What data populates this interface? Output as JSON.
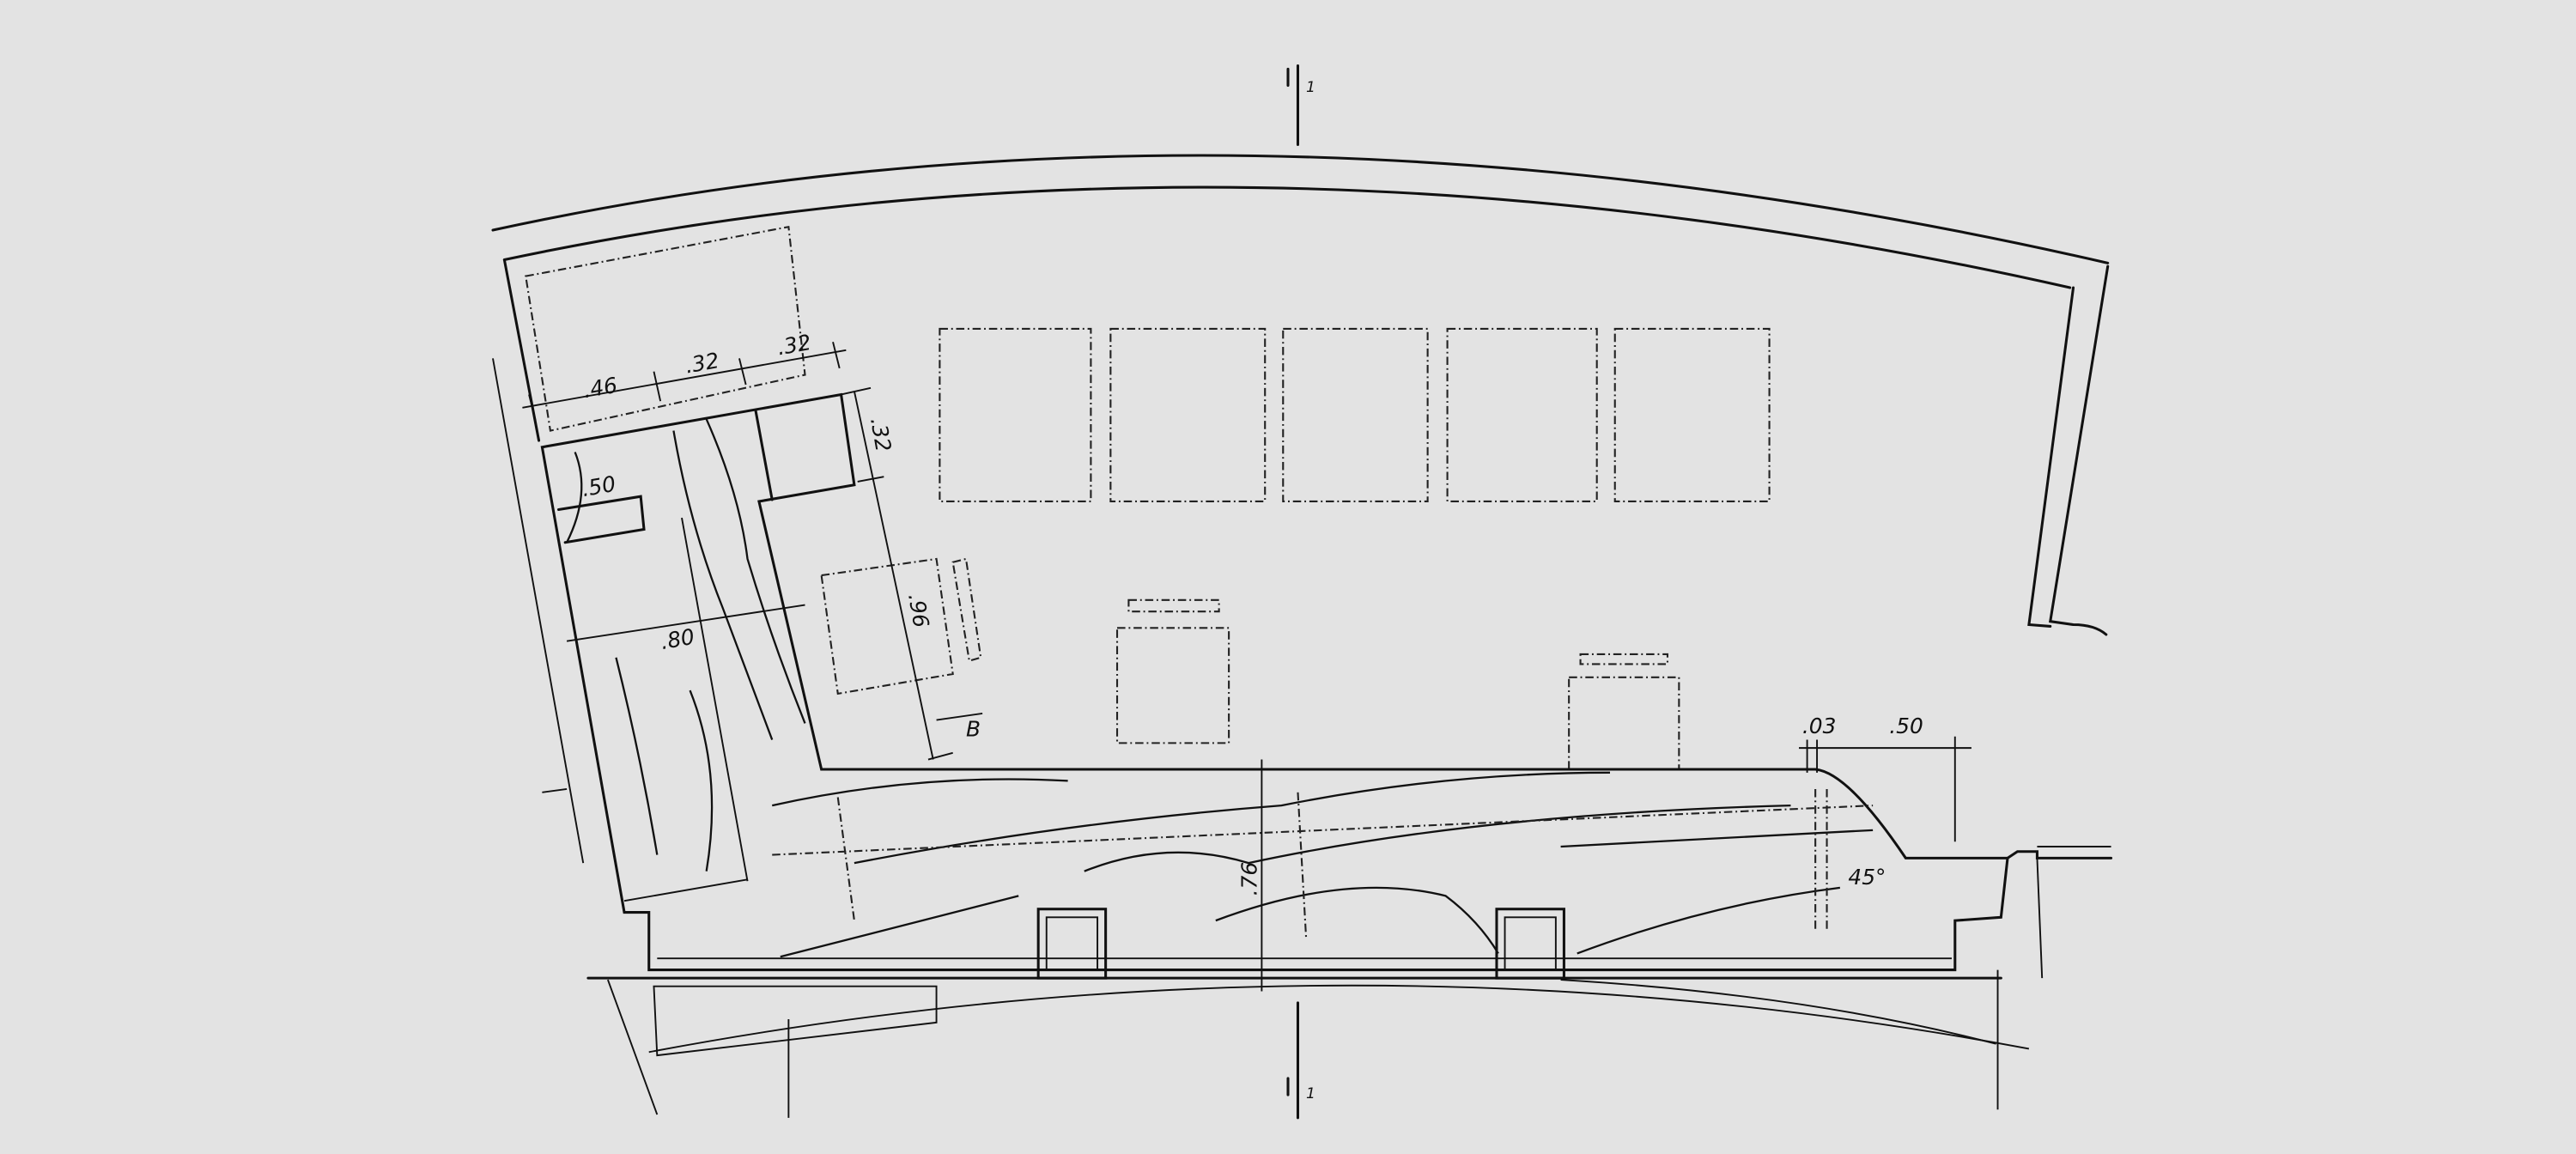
{
  "drawing": {
    "type": "architectural floor plan sketch",
    "colors": {
      "background": "#e3e3e3",
      "ink": "#111111",
      "desk": "#ffffff"
    },
    "dimensions": {
      "top_1": ".46",
      "top_2": ".32",
      "top_3": ".32",
      "side_return": ".32",
      "side_long": ".96",
      "drawer": ".50",
      "depth": ".80",
      "desk_depth": ".76",
      "step_small": ".03",
      "step_large": ".50",
      "angle": "45°"
    },
    "section_marks": {
      "top": "1",
      "bottom": "1"
    },
    "section_label": "B"
  }
}
